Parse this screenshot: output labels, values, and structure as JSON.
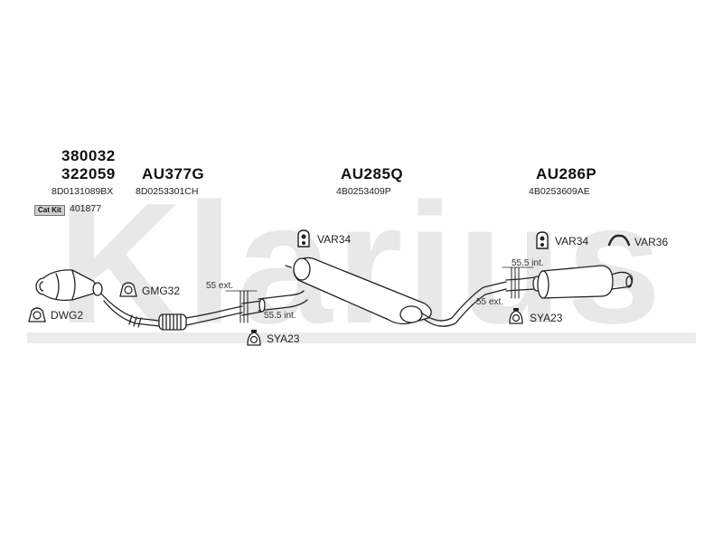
{
  "watermark": "Klarius",
  "parts": {
    "p1": "380032",
    "p2": "322059",
    "p1_code": "8D0131089BX",
    "catkit_label": "Cat Kit",
    "catkit_code": "401877",
    "p3": "AU377G",
    "p3_code": "8D0253301CH",
    "p4": "AU285Q",
    "p4_code": "4B0253409P",
    "p5": "AU286P",
    "p5_code": "4B0253609AE"
  },
  "fittings": {
    "var34_mid": "VAR34",
    "var34_right": "VAR34",
    "var36": "VAR36",
    "gmg32": "GMG32",
    "dwg2": "DWG2",
    "sya23_left": "SYA23",
    "sya23_right": "SYA23"
  },
  "dimensions": {
    "left_ext": "55 ext.",
    "left_int": "55.5 int.",
    "right_int": "55.5 int.",
    "right_ext": "55 ext."
  },
  "icons": {
    "var34": "rubber-hanger-icon",
    "var36": "hanger-bracket-icon",
    "gmg32": "gasket-icon",
    "dwg2": "gasket-icon",
    "sya23": "clamp-icon"
  }
}
